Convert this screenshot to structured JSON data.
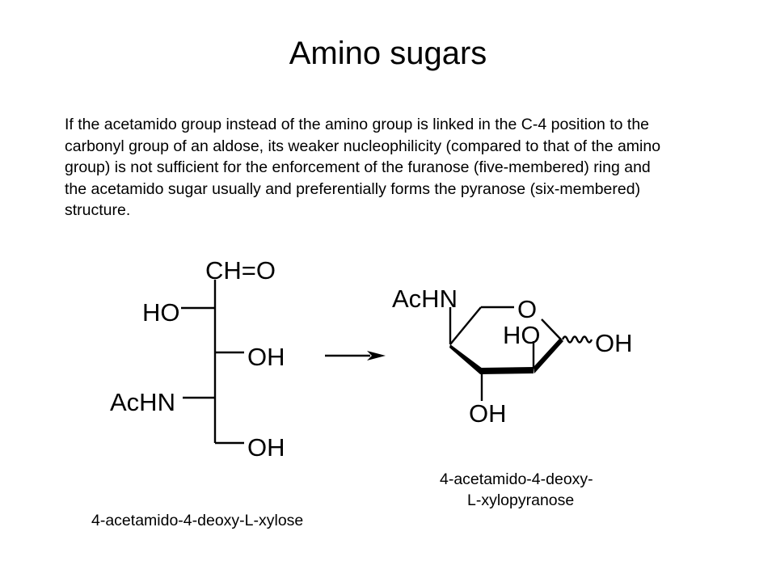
{
  "title": "Amino sugars",
  "body": "If the acetamido group instead of the amino group is linked in the C-4 position to the carbonyl group of an aldose, its weaker nucleophilicity (compared to that of the amino group) is not sufficient for the enforcement of the furanose (five-membered) ring and the acetamido sugar usually and preferentially forms the pyranose (six-membered) structure.",
  "open_chain": {
    "aldehyde": "CH=O",
    "ho_c2": "HO",
    "oh_c3": "OH",
    "achn_c4": "AcHN",
    "oh_c5": "OH",
    "name": "4-acetamido-4-deoxy-L-xylose"
  },
  "pyranose": {
    "achn": "AcHN",
    "ring_o": "O",
    "ho": "HO",
    "oh_anomeric": "OH",
    "oh_bottom": "OH",
    "name_line1": "4-acetamido-4-deoxy-",
    "name_line2": "L-xylopyranose"
  }
}
